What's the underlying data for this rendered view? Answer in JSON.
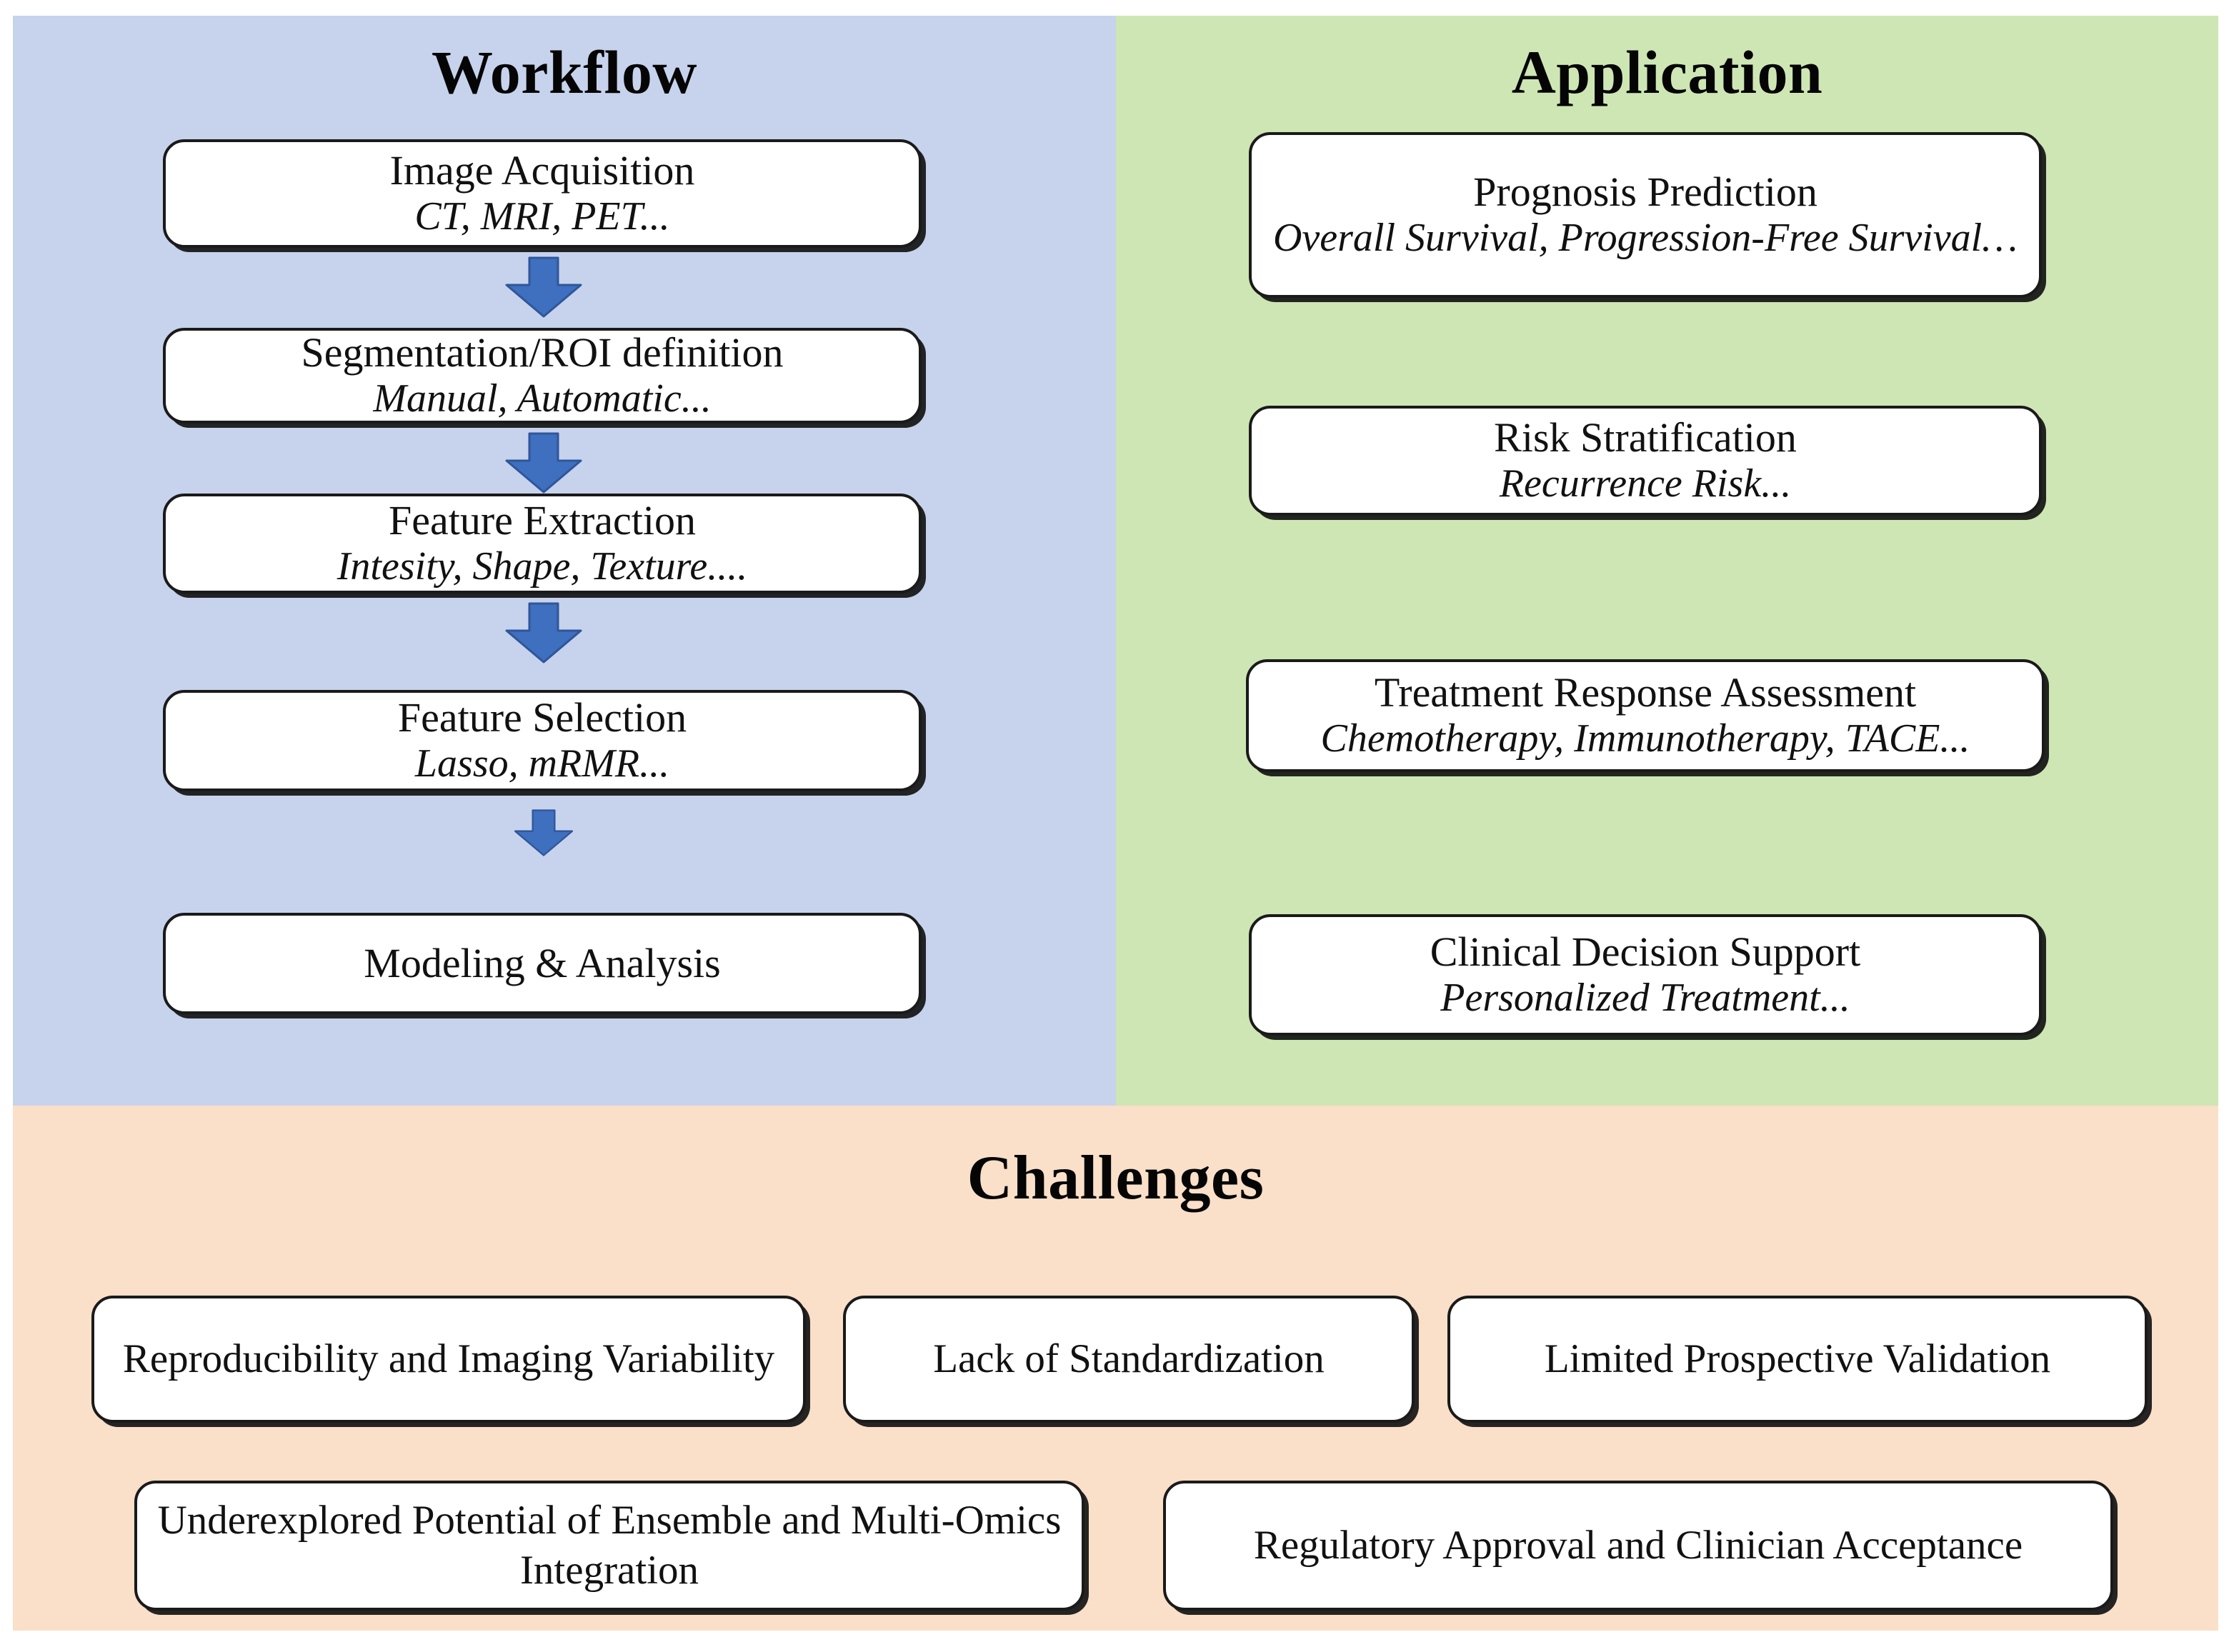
{
  "figure": {
    "panels": {
      "workflow": {
        "title": "Workflow",
        "background_color": "#c7d3ec",
        "steps": [
          {
            "primary": "Image Acquisition",
            "secondary": "CT, MRI, PET..."
          },
          {
            "primary": "Segmentation/ROI definition",
            "secondary": "Manual, Automatic..."
          },
          {
            "primary": "Feature Extraction",
            "secondary": "Intesity, Shape, Texture...."
          },
          {
            "primary": "Feature Selection",
            "secondary": "Lasso, mRMR..."
          },
          {
            "primary": "Modeling & Analysis",
            "secondary": ""
          }
        ],
        "arrow_color": "#3f6fbf",
        "arrow_count": 4
      },
      "application": {
        "title": "Application",
        "background_color": "#cee6b4",
        "items": [
          {
            "primary": "Prognosis Prediction",
            "secondary": "Overall Survival, Progression-Free Survival…"
          },
          {
            "primary": "Risk Stratification",
            "secondary": "Recurrence Risk..."
          },
          {
            "primary": "Treatment Response Assessment",
            "secondary": "Chemotherapy, Immunotherapy, TACE..."
          },
          {
            "primary": "Clinical Decision Support",
            "secondary": "Personalized Treatment..."
          }
        ]
      },
      "challenges": {
        "title": "Challenges",
        "background_color": "#fadfc9",
        "items": [
          {
            "primary": "Reproducibility and Imaging Variability"
          },
          {
            "primary": "Lack of Standardization"
          },
          {
            "primary": "Limited Prospective Validation"
          },
          {
            "primary": "Underexplored Potential of Ensemble and Multi-Omics Integration"
          },
          {
            "primary": "Regulatory Approval and Clinician Acceptance"
          }
        ]
      }
    },
    "box_style": {
      "fill": "#ffffff",
      "border_color": "#1a1a1a",
      "shadow_color": "#141414"
    }
  }
}
